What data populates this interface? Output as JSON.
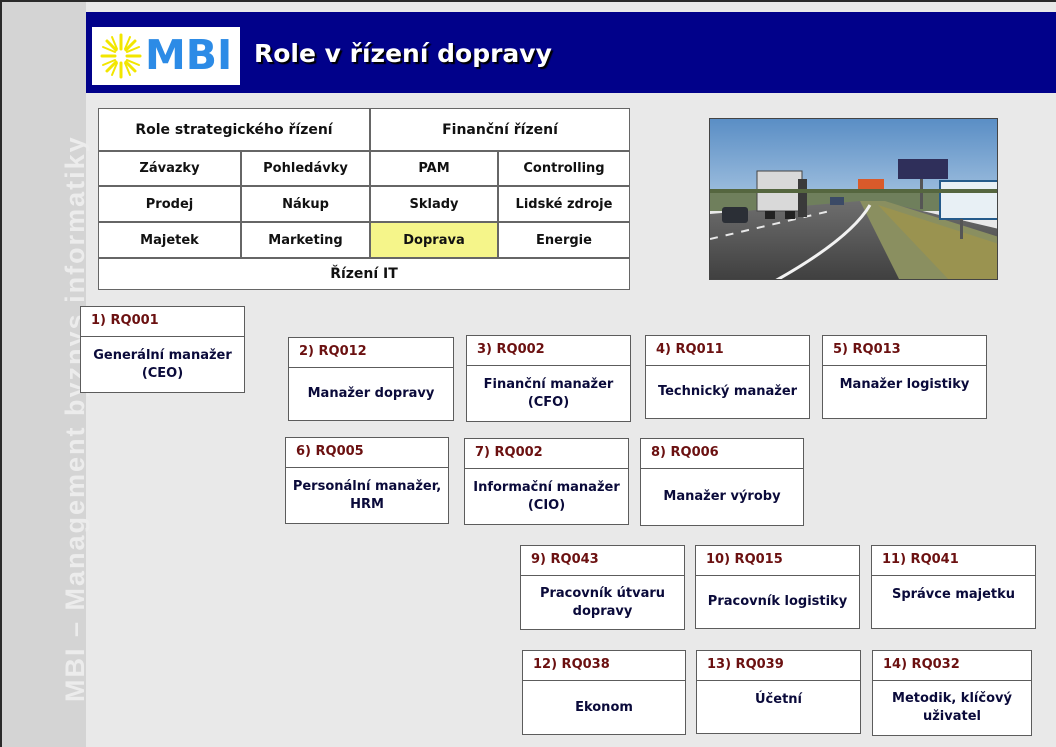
{
  "sidebar": {
    "text": "MBI – Management byznys informatiky"
  },
  "header": {
    "logo_text": "MBI",
    "title": "Role v řízení dopravy"
  },
  "nav": {
    "row1": [
      "Role strategického řízení",
      "Finanční řízení"
    ],
    "row2": [
      "Závazky",
      "Pohledávky",
      "PAM",
      "Controlling"
    ],
    "row3": [
      "Prodej",
      "Nákup",
      "Sklady",
      "Lidské zdroje"
    ],
    "row4": [
      "Majetek",
      "Marketing",
      "Doprava",
      "Energie"
    ],
    "row5": [
      "Řízení IT"
    ],
    "active": "Doprava",
    "active_color": "#f5f58a"
  },
  "roles": [
    {
      "code": "1) RQ001",
      "name": "Generální manažer (CEO)"
    },
    {
      "code": "2) RQ012",
      "name": "Manažer dopravy"
    },
    {
      "code": "3) RQ002",
      "name": "Finanční manažer (CFO)"
    },
    {
      "code": "4) RQ011",
      "name": "Technický manažer"
    },
    {
      "code": "5) RQ013",
      "name": "Manažer logistiky"
    },
    {
      "code": "6) RQ005",
      "name": "Personální manažer, HRM"
    },
    {
      "code": "7) RQ002",
      "name": "Informační manažer (CIO)"
    },
    {
      "code": "8) RQ006",
      "name": "Manažer výroby"
    },
    {
      "code": "9) RQ043",
      "name": "Pracovník útvaru dopravy"
    },
    {
      "code": "10)  RQ015",
      "name": "Pracovník logistiky"
    },
    {
      "code": "11) RQ041",
      "name": "Správce majetku"
    },
    {
      "code": "12) RQ038",
      "name": "Ekonom"
    },
    {
      "code": "13) RQ039",
      "name": "Účetní"
    },
    {
      "code": "14) RQ032",
      "name": "Metodik, klíčový uživatel"
    }
  ],
  "colors": {
    "header_bg": "#01018a",
    "logo_text": "#2c8be6",
    "role_code": "#6b1010",
    "sidebar_bg": "#d4d4d4"
  }
}
